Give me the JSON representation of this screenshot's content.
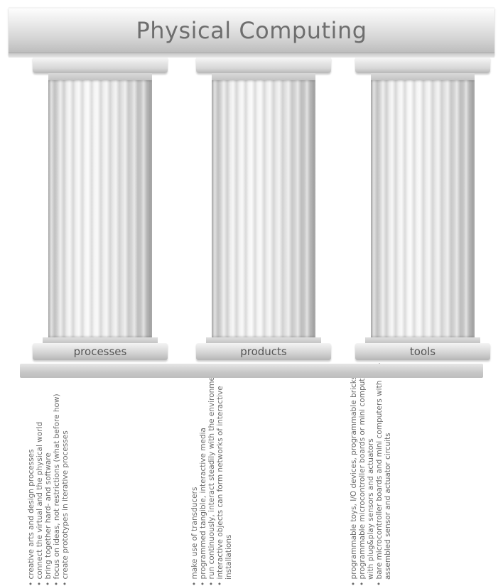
{
  "title": "Physical Computing",
  "pillars": [
    {
      "label": "processes",
      "items": [
        "creative arts and design processes",
        "connect the virtual and the physical world",
        "bring together hard- and software",
        "focus on ideas, not restrictions (what before how)",
        "create prototypes in iterative processes"
      ]
    },
    {
      "label": "products",
      "items": [
        "make use of transducers",
        "programmed tangible, interactive media",
        "run continuously, interact steadily with the environment",
        "interactive objects can form networks of interactive installations"
      ]
    },
    {
      "label": "tools",
      "items": [
        "programmable toys, I/O devices, programmable bricks",
        "programmable microcontroller boards or mini computers with plug&play sensors and actuators",
        "bare microcontroller boards and mini computers with self-assembled sensor and actuator circuits"
      ]
    }
  ]
}
